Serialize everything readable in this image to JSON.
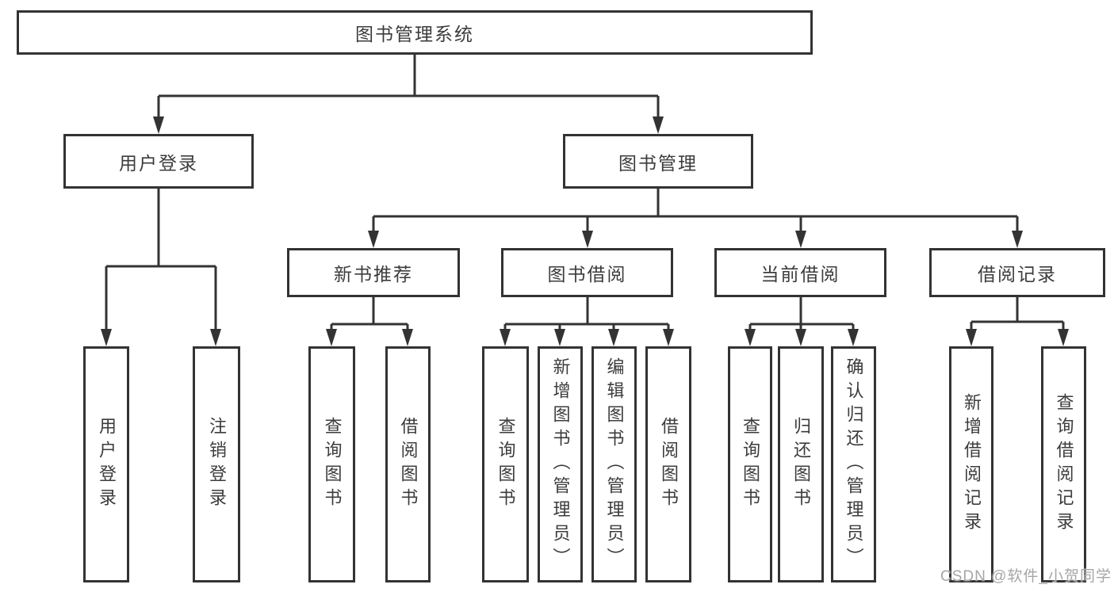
{
  "diagram": {
    "root": {
      "label": "图书管理系统"
    },
    "branches": [
      {
        "label": "用户登录",
        "children": [
          {
            "label": "用户登录"
          },
          {
            "label": "注销登录"
          }
        ]
      },
      {
        "label": "图书管理",
        "children": [
          {
            "label": "新书推荐",
            "children": [
              {
                "label": "查询图书"
              },
              {
                "label": "借阅图书"
              }
            ]
          },
          {
            "label": "图书借阅",
            "children": [
              {
                "label": "查询图书"
              },
              {
                "label": "新增图书（管理员）"
              },
              {
                "label": "编辑图书（管理员）"
              },
              {
                "label": "借阅图书"
              }
            ]
          },
          {
            "label": "当前借阅",
            "children": [
              {
                "label": "查询图书"
              },
              {
                "label": "归还图书"
              },
              {
                "label": "确认归还（管理员）"
              }
            ]
          },
          {
            "label": "借阅记录",
            "children": [
              {
                "label": "新增借阅记录"
              },
              {
                "label": "查询借阅记录"
              }
            ]
          }
        ]
      }
    ]
  },
  "watermark": {
    "text": "CSDN @软件_小贺同学"
  },
  "colors": {
    "line": "#333333",
    "text": "#3c3c3c",
    "background": "#ffffff",
    "watermark": "#a6a6a6"
  }
}
